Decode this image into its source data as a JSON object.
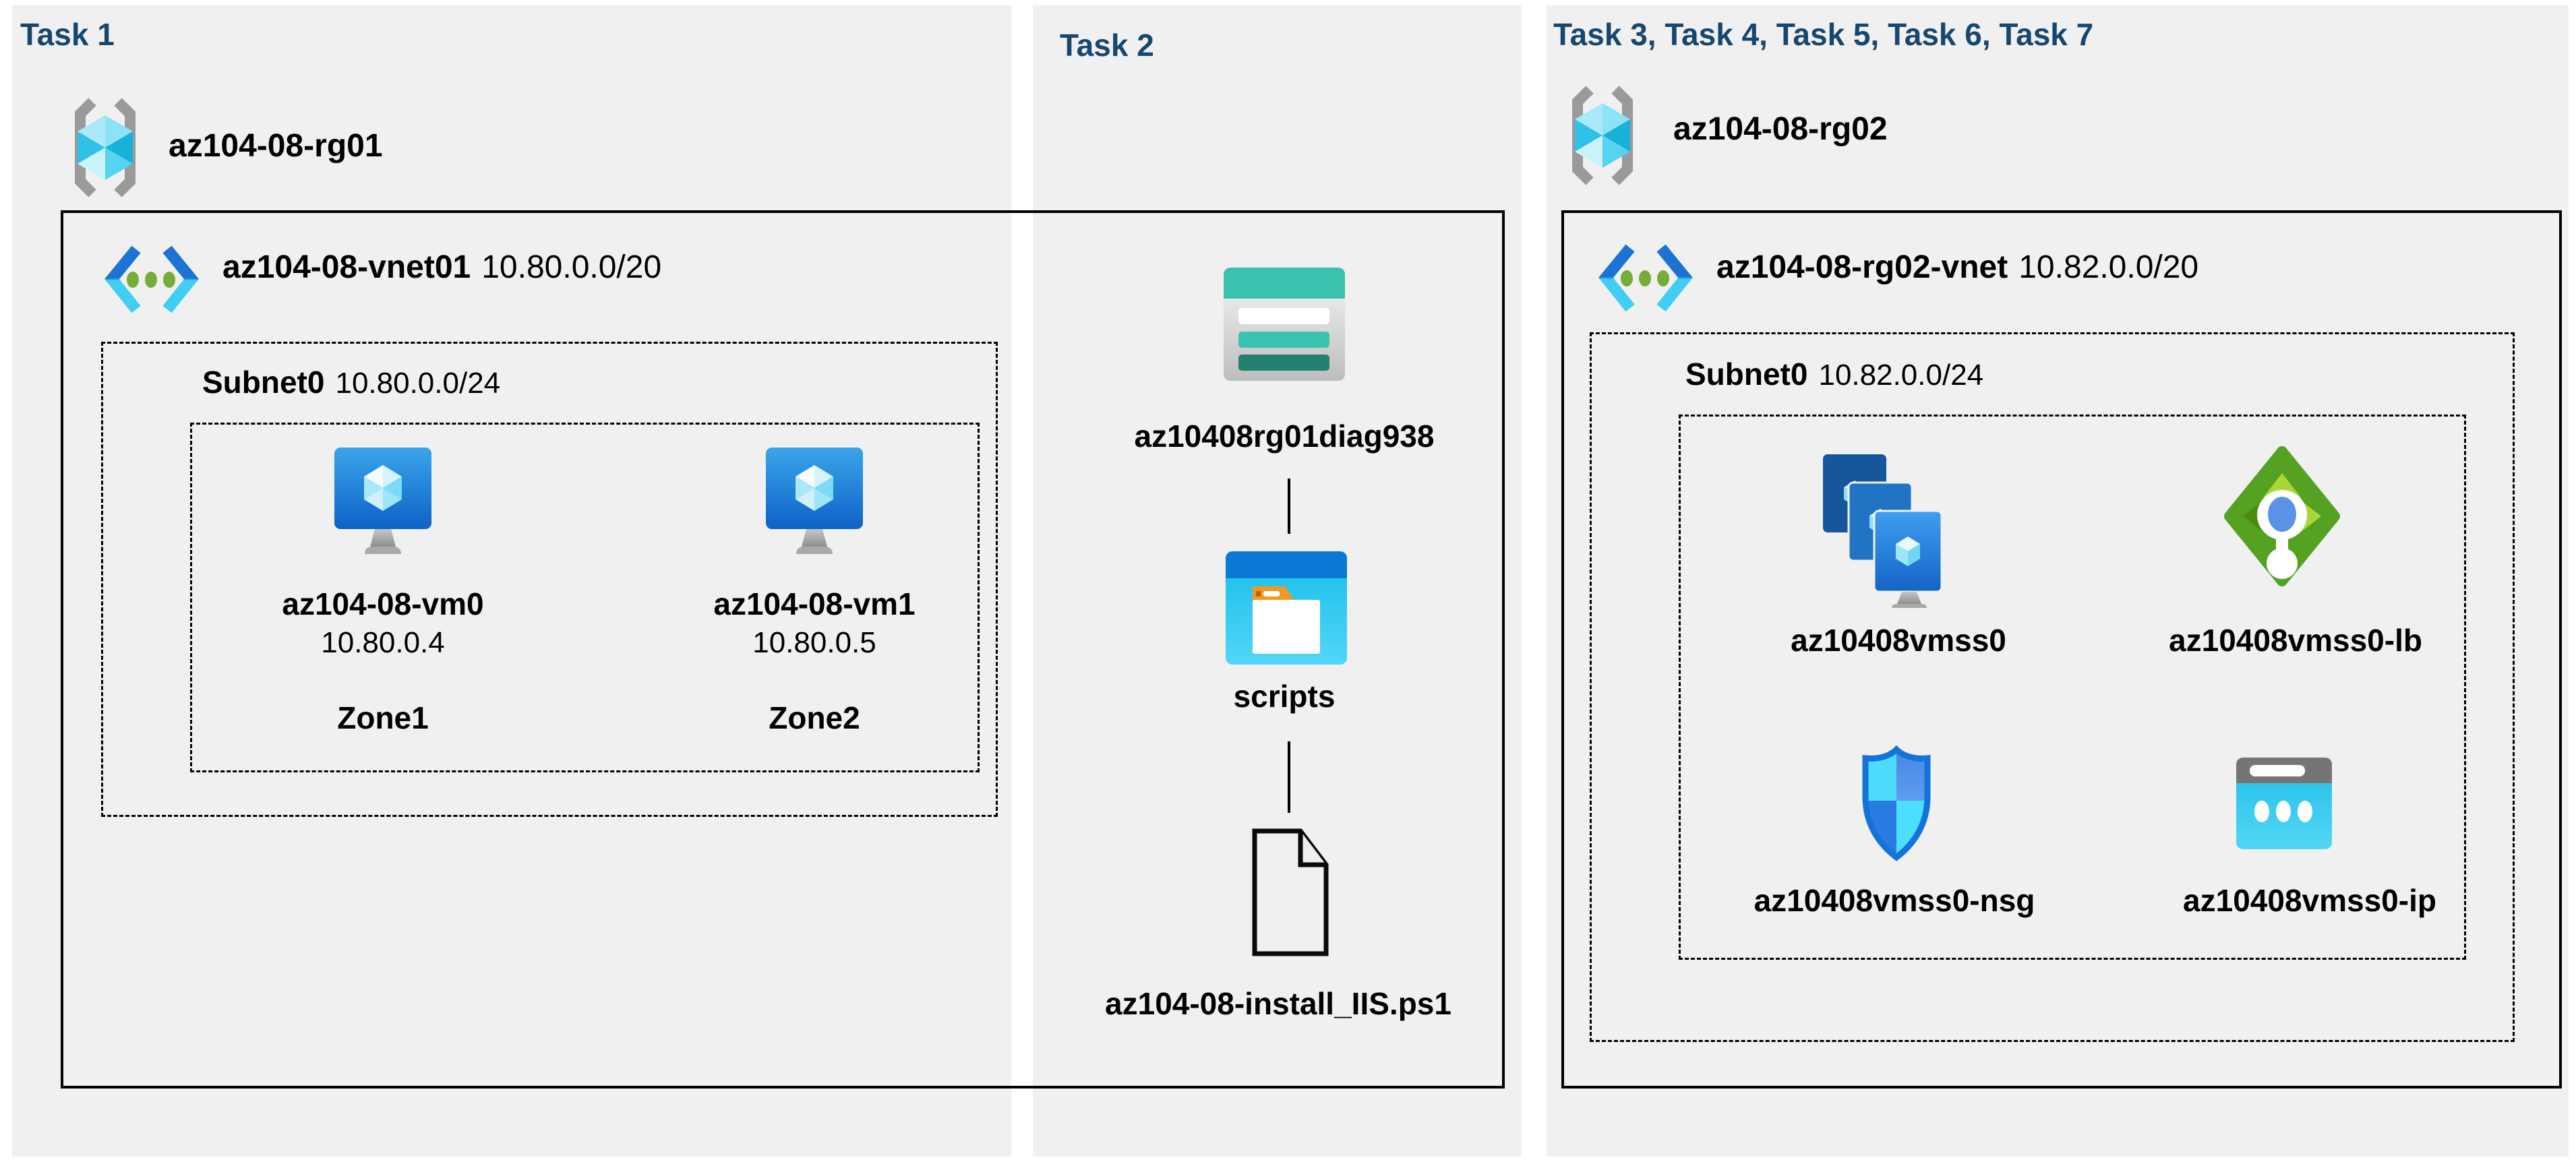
{
  "colors": {
    "panel_bg": "#f0f0f0",
    "title_text": "#17476f",
    "label_text": "#000000"
  },
  "task1": {
    "title": "Task 1",
    "resource_group": "az104-08-rg01",
    "vnet": {
      "name": "az104-08-vnet01",
      "cidr": "10.80.0.0/20"
    },
    "subnet": {
      "name": "Subnet0",
      "cidr": "10.80.0.0/24"
    },
    "vms": [
      {
        "name": "az104-08-vm0",
        "ip": "10.80.0.4",
        "zone": "Zone1"
      },
      {
        "name": "az104-08-vm1",
        "ip": "10.80.0.5",
        "zone": "Zone2"
      }
    ]
  },
  "task2": {
    "title": "Task 2",
    "storage_account": "az10408rg01diag938",
    "container": "scripts",
    "file": "az104-08-install_IIS.ps1"
  },
  "task3": {
    "title": "Task 3, Task 4, Task 5, Task 6, Task 7",
    "resource_group": "az104-08-rg02",
    "vnet": {
      "name": "az104-08-rg02-vnet",
      "cidr": "10.82.0.0/20"
    },
    "subnet": {
      "name": "Subnet0",
      "cidr": "10.82.0.0/24"
    },
    "vmss": "az10408vmss0",
    "load_balancer": "az10408vmss0-lb",
    "nsg": "az10408vmss0-nsg",
    "public_ip": "az10408vmss0-ip"
  }
}
